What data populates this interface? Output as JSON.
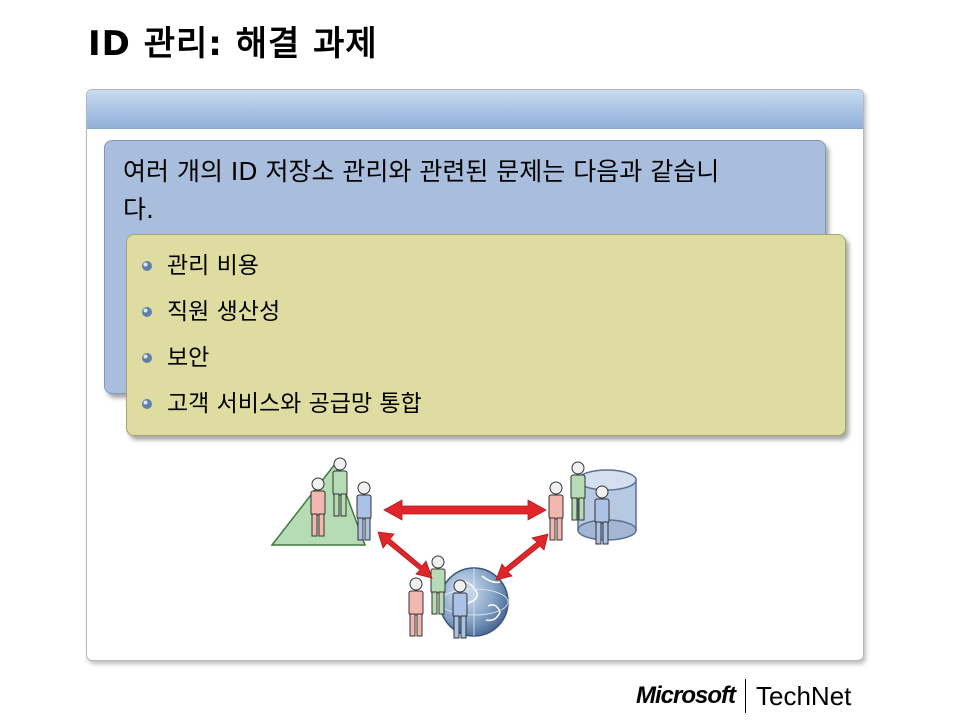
{
  "slide": {
    "title": "ID 관리: 해결 과제",
    "heading": "여러 개의 ID 저장소 관리와 관련된 문제는 다음과 같습니다.",
    "bullets": [
      "관리 비용",
      "직원 생산성",
      "보안",
      "고객 서비스와 공급망 통합"
    ]
  },
  "colors": {
    "blue_box": "#a9bedd",
    "yellow_box": "#dedca0",
    "arrow": "#e0262a",
    "triangle": "#b5dcb5",
    "cylinder": "#b7c8e2",
    "globe": "#6f8fb8"
  },
  "icons": [
    "bullet-icon",
    "triangle-store-icon",
    "cylinder-store-icon",
    "globe-store-icon",
    "people-icon",
    "double-arrow-icon"
  ],
  "footer": {
    "brand": "Microsoft",
    "product": "TechNet"
  }
}
